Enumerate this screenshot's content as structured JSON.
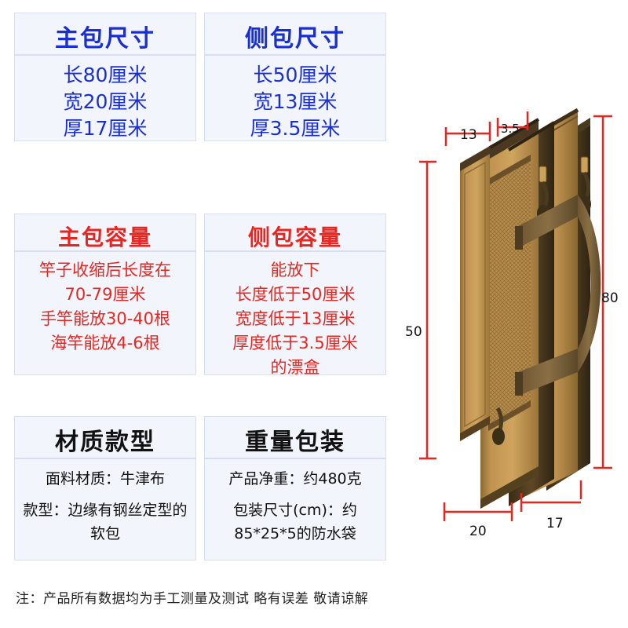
{
  "blocks": [
    {
      "id": "dimensions",
      "cards": [
        {
          "title": "主包尺寸",
          "lines": [
            "长80厘米",
            "宽20厘米",
            "厚17厘米"
          ]
        },
        {
          "title": "侧包尺寸",
          "lines": [
            "长50厘米",
            "宽13厘米",
            "厚3.5厘米"
          ]
        }
      ]
    },
    {
      "id": "capacity",
      "cards": [
        {
          "title": "主包容量",
          "lines": [
            "竿子收缩后长度在",
            "70-79厘米",
            "手竿能放30-40根",
            "海竿能放4-6根"
          ]
        },
        {
          "title": "侧包容量",
          "lines": [
            "能放下",
            "长度低于50厘米",
            "宽度低于13厘米",
            "厚度低于3.5厘米",
            "的漂盒"
          ]
        }
      ]
    },
    {
      "id": "material",
      "cards": [
        {
          "title": "材质款型",
          "lines": [
            "面料材质：牛津布",
            "款型：边缘有钢丝定型的软包"
          ]
        },
        {
          "title": "重量包装",
          "lines": [
            "产品净重：约480克",
            "包装尺寸(cm)：约85*25*5的防水袋"
          ]
        }
      ]
    }
  ],
  "note": "注：产品所有数据均为手工测量及测试 略有误差 敬请谅解",
  "illustration": {
    "name": "fishing-rod-bag",
    "dimension_labels": {
      "side_width": "13",
      "side_thickness": "3.5",
      "main_length": "80",
      "side_length": "50",
      "main_width": "20",
      "main_thickness": "17"
    }
  },
  "colors": {
    "blue": "#1a2fd2",
    "red": "#e8251f",
    "black": "#111111",
    "card_bg": "#f3f5fc",
    "dim_red": "#e8251f",
    "bag_tan": "#c99a54",
    "bag_dark": "#7a5a2c"
  }
}
